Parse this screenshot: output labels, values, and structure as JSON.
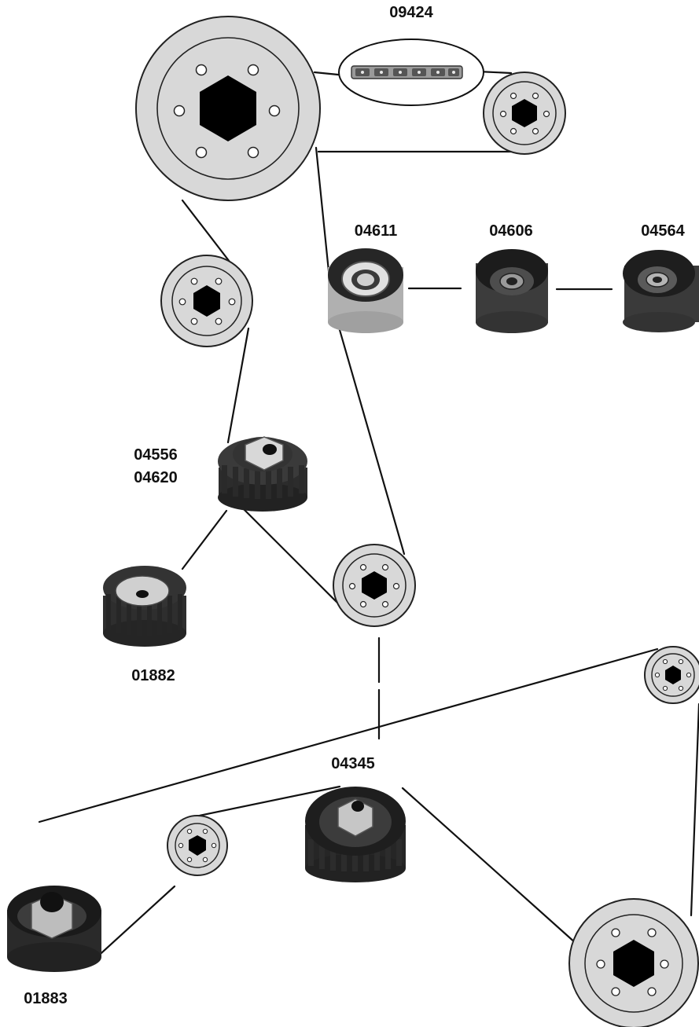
{
  "diagram": {
    "part_labels": {
      "chain": "09424",
      "idler_light": "04611",
      "idler_dark": "04606",
      "idler_right": "04564",
      "tensioner_top_line1": "04556",
      "tensioner_top_line2": "04620",
      "tensioner_left": "01882",
      "tensioner_bottom": "04345",
      "idler_bottom_left": "01883"
    },
    "colors": {
      "belt": "#111111",
      "pulley_fill": "#d8d8d8",
      "pulley_outline": "#222222",
      "hub": "#000000",
      "roller_dark": "#3a3a3a",
      "roller_light": "#a9a9a9",
      "chain": "#8a8a8a"
    },
    "icons": {
      "pulley": "pulley-icon",
      "roller": "roller-icon",
      "tensioner": "tensioner-icon",
      "chain": "chain-icon"
    }
  }
}
